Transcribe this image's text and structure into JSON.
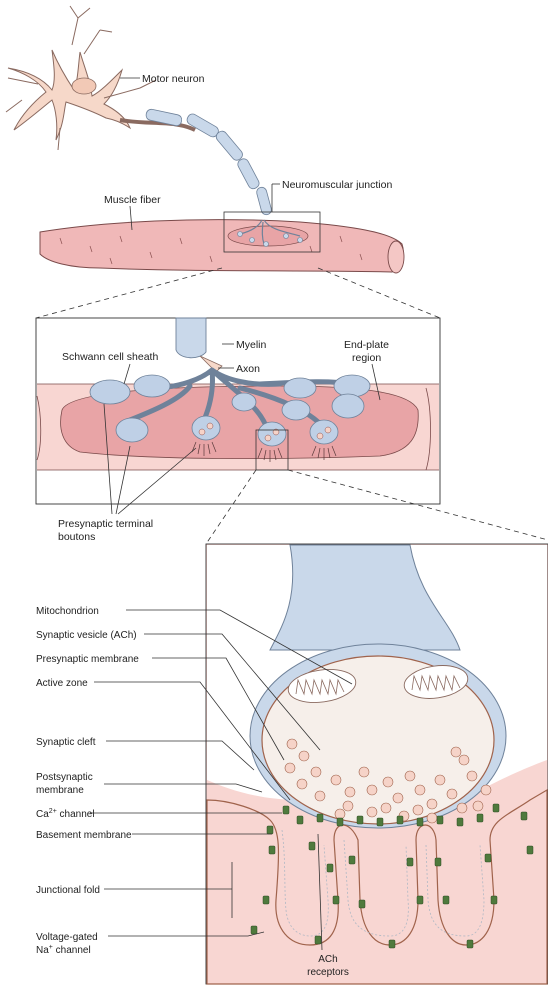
{
  "labels": {
    "motor_neuron": "Motor neuron",
    "neuromuscular_junction": "Neuromuscular junction",
    "muscle_fiber": "Muscle fiber",
    "myelin": "Myelin",
    "axon": "Axon",
    "schwann_cell_sheath": "Schwann cell sheath",
    "end_plate_region_line1": "End-plate",
    "end_plate_region_line2": "region",
    "presynaptic_terminal_line1": "Presynaptic terminal",
    "presynaptic_terminal_line2": "boutons",
    "mitochondrion": "Mitochondrion",
    "synaptic_vesicle": "Synaptic vesicle (ACh)",
    "presynaptic_membrane": "Presynaptic membrane",
    "active_zone": "Active zone",
    "synaptic_cleft": "Synaptic cleft",
    "postsynaptic_membrane_line1": "Postsynaptic",
    "postsynaptic_membrane_line2": "membrane",
    "ca_channel_base": "Ca",
    "ca_channel_sup": "2+",
    "ca_channel_rest": " channel",
    "basement_membrane": "Basement membrane",
    "junctional_fold": "Junctional fold",
    "voltage_gated_line1": "Voltage-gated",
    "na_channel_base": "Na",
    "na_channel_sup": "+",
    "na_channel_rest": " channel",
    "ach_receptors_line1": "ACh",
    "ach_receptors_line2": "receptors"
  },
  "colors": {
    "neuron_fill": "#f6d8c9",
    "myelin_fill": "#c9d8ea",
    "muscle_fill": "#f0b8b8",
    "muscle_light": "#f8d6d2",
    "endplate_fill": "#e8a4a6",
    "bouton_fill": "#dfe6f0",
    "vesicle_fill": "#f6d3c8",
    "channel_green": "#4f7a3d",
    "fold_fill": "#ffffff"
  }
}
